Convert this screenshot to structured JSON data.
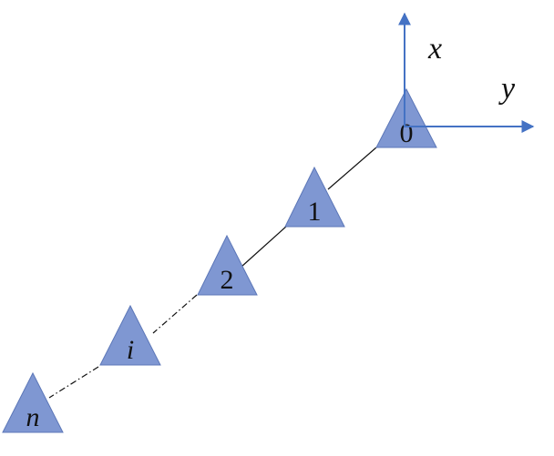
{
  "colors": {
    "node_fill": "#7F97D2",
    "node_stroke": "#5C77B8",
    "axis": "#4472C4",
    "link": "#111111"
  },
  "axes": {
    "x_label": "x",
    "y_label": "y"
  },
  "nodes": [
    {
      "id": "node-0",
      "label": "0",
      "italic": false
    },
    {
      "id": "node-1",
      "label": "1",
      "italic": false
    },
    {
      "id": "node-2",
      "label": "2",
      "italic": false
    },
    {
      "id": "node-i",
      "label": "i",
      "italic": true
    },
    {
      "id": "node-n",
      "label": "n",
      "italic": true
    }
  ],
  "links": [
    {
      "from": "node-0",
      "to": "node-1",
      "style": "solid"
    },
    {
      "from": "node-1",
      "to": "node-2",
      "style": "solid"
    },
    {
      "from": "node-2",
      "to": "node-i",
      "style": "dash-dot"
    },
    {
      "from": "node-i",
      "to": "node-n",
      "style": "dash-dot"
    }
  ]
}
